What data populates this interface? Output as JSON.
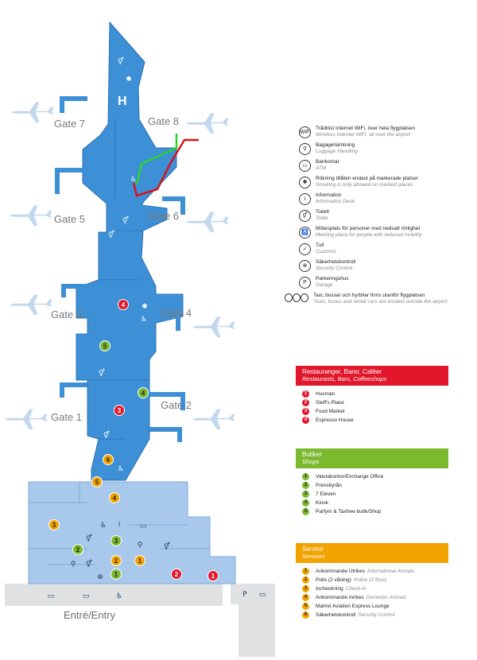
{
  "gates": [
    "Gate 7",
    "Gate 8",
    "Gate 5",
    "Gate 6",
    "Gate 3",
    "Gate 4",
    "Gate 1",
    "Gate 2"
  ],
  "entry_label": "Entré/Entry",
  "helipad_label": "H",
  "colors": {
    "terminal": "#3d8fd6",
    "terminal_light": "#a9c9ec",
    "ground": "#dfe1e3",
    "airplane": "#c3d8ee",
    "red": "#e3172c",
    "green": "#7bb92f",
    "orange": "#f3a300",
    "route_green": "#2ed12e",
    "route_red": "#d4141b"
  },
  "legend": [
    {
      "icon": "wifi-icon",
      "glyph": "WiFi",
      "sv": "Trådlöst Internet WiFi, över hela flygplatsen",
      "en": "Wireless Internet WiFi, all over the airport"
    },
    {
      "icon": "baggage-icon",
      "glyph": "⚲",
      "sv": "Bagagehämtning",
      "en": "Luggage Handling"
    },
    {
      "icon": "atm-icon",
      "glyph": "▭",
      "sv": "Bankomat",
      "en": "ATM"
    },
    {
      "icon": "smoking-icon",
      "glyph": "✱",
      "sv": "Rökning tillåten endast på markerade platser",
      "en": "Smoking is only allowed on marked places"
    },
    {
      "icon": "information-icon",
      "glyph": "i",
      "sv": "Information",
      "en": "Information Desk"
    },
    {
      "icon": "toilet-icon",
      "glyph": "⚥",
      "sv": "Toilett",
      "en": "Toilet"
    },
    {
      "icon": "reduced-mobility-icon",
      "glyph": "♿",
      "sv": "Mötesplats för personer med nedsatt rörlighet",
      "en": "Meeting place for people with reduced mobility"
    },
    {
      "icon": "customs-icon",
      "glyph": "✓",
      "sv": "Tull",
      "en": "Customs"
    },
    {
      "icon": "security-icon",
      "glyph": "⊕",
      "sv": "Säkerhetskontroll",
      "en": "Security Control"
    },
    {
      "icon": "parking-icon",
      "glyph": "P",
      "sv": "Parkeringshus",
      "en": "Garage"
    },
    {
      "icon": "taxi-bus-car-icon",
      "glyph": "",
      "sv": "Taxi, bussar och hyrbilar finns utanför flygplatsen",
      "en": "Taxis, buses and rental cars are located outside the airport"
    }
  ],
  "restaurants": {
    "title": "Restauranger, Barer, Caféer",
    "subtitle": "Restaurants, Bars, Coffeeshops",
    "items": [
      {
        "n": "1",
        "name": "Husman"
      },
      {
        "n": "2",
        "name": "Steff's Place"
      },
      {
        "n": "3",
        "name": "Food Market"
      },
      {
        "n": "4",
        "name": "Espresso House"
      }
    ]
  },
  "shops": {
    "title": "Butiker",
    "subtitle": "Shops",
    "items": [
      {
        "n": "1",
        "name": "Valutakontor/Exchange Office"
      },
      {
        "n": "2",
        "name": "Pressbyrån"
      },
      {
        "n": "3",
        "name": "7 Eleven"
      },
      {
        "n": "4",
        "name": "Kiosk"
      },
      {
        "n": "5",
        "name": "Parfym & Taxfree butik/Shop"
      }
    ]
  },
  "service": {
    "title": "Service",
    "subtitle": "Services",
    "items": [
      {
        "n": "1",
        "name": "Ankommande Utrikes",
        "en": "International Arrivals"
      },
      {
        "n": "2",
        "name": "Polis (2 våning)",
        "en": "Police (2 floor)"
      },
      {
        "n": "3",
        "name": "Incheckning",
        "en": "Check-in"
      },
      {
        "n": "4",
        "name": "Ankommande inrikes",
        "en": "Domestic Arrivals"
      },
      {
        "n": "5",
        "name": "Malmö Aviation Express Lounge",
        "en": ""
      },
      {
        "n": "6",
        "name": "Säkerhetskontroll",
        "en": "Security Control"
      }
    ]
  },
  "map_markers": [
    {
      "kind": "red",
      "n": "4"
    },
    {
      "kind": "green",
      "n": "5"
    },
    {
      "kind": "green",
      "n": "4"
    },
    {
      "kind": "red",
      "n": "3"
    },
    {
      "kind": "orange",
      "n": "6"
    },
    {
      "kind": "orange",
      "n": "5"
    },
    {
      "kind": "orange",
      "n": "4"
    },
    {
      "kind": "orange",
      "n": "3"
    },
    {
      "kind": "green",
      "n": "2"
    },
    {
      "kind": "green",
      "n": "3"
    },
    {
      "kind": "green",
      "n": "1"
    },
    {
      "kind": "orange",
      "n": "2"
    },
    {
      "kind": "orange",
      "n": "1"
    },
    {
      "kind": "red",
      "n": "2"
    },
    {
      "kind": "red",
      "n": "1"
    }
  ]
}
